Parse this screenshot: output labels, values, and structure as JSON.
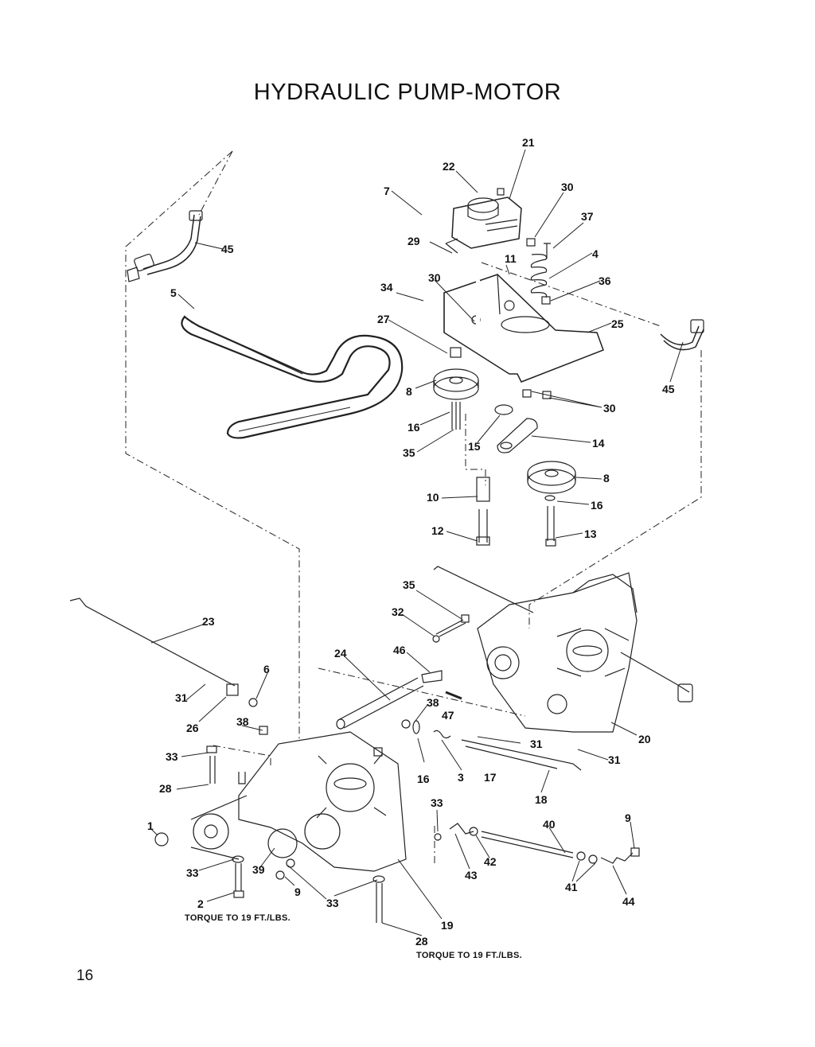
{
  "title": "HYDRAULIC PUMP-MOTOR",
  "page_number": "16",
  "notes": {
    "torque_left": "TORQUE TO 19 FT./LBS.",
    "torque_right": "TORQUE TO 19 FT./LBS."
  },
  "callouts": [
    "21",
    "22",
    "7",
    "30",
    "37",
    "29",
    "11",
    "4",
    "45",
    "34",
    "30",
    "36",
    "5",
    "27",
    "25",
    "45",
    "8",
    "30",
    "16",
    "15",
    "14",
    "35",
    "8",
    "10",
    "16",
    "12",
    "13",
    "35",
    "32",
    "23",
    "6",
    "24",
    "46",
    "31",
    "38",
    "47",
    "26",
    "38",
    "33",
    "31",
    "20",
    "16",
    "3",
    "17",
    "31",
    "28",
    "18",
    "33",
    "40",
    "9",
    "1",
    "42",
    "43",
    "41",
    "33",
    "39",
    "9",
    "44",
    "2",
    "33",
    "19",
    "28"
  ]
}
